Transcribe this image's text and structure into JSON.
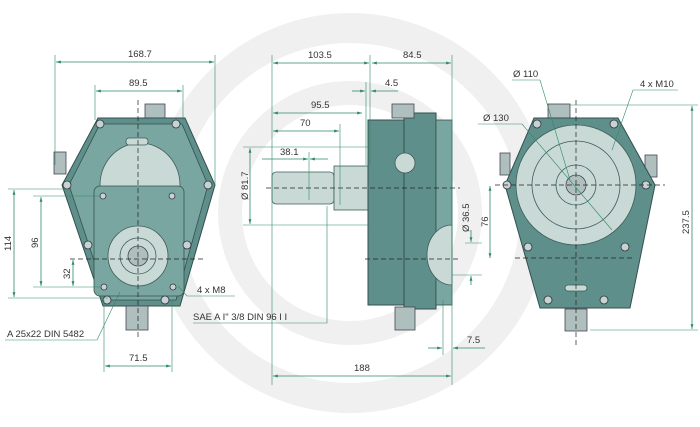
{
  "front_view": {
    "dim_overall_width": "168.7",
    "dim_inner_width": "89.5",
    "dim_height_114": "114",
    "dim_height_96": "96",
    "dim_height_32": "32",
    "dim_bottom_width": "71.5",
    "note_shaft": "A 25x22 DIN 5482",
    "note_bolts": "4 x M8"
  },
  "side_view": {
    "dim_103_5": "103.5",
    "dim_84_5": "84.5",
    "dim_4_5": "4.5",
    "dim_95_5": "95.5",
    "dim_70": "70",
    "dim_38_1": "38.1",
    "dim_dia_81_7": "Ø 81.7",
    "dim_dia_36_5": "Ø 36.5",
    "dim_76": "76",
    "dim_7_5": "7.5",
    "dim_188": "188",
    "note_pto": "SAE A I\" 3/8 DIN 96 I I"
  },
  "rear_view": {
    "dim_dia_110": "Ø 110",
    "dim_dia_130": "Ø 130",
    "note_bolts": "4 x M10",
    "dim_237_5": "237.5"
  },
  "colors": {
    "dimension": "#2f8a68",
    "housing": "#5f8f8b"
  }
}
